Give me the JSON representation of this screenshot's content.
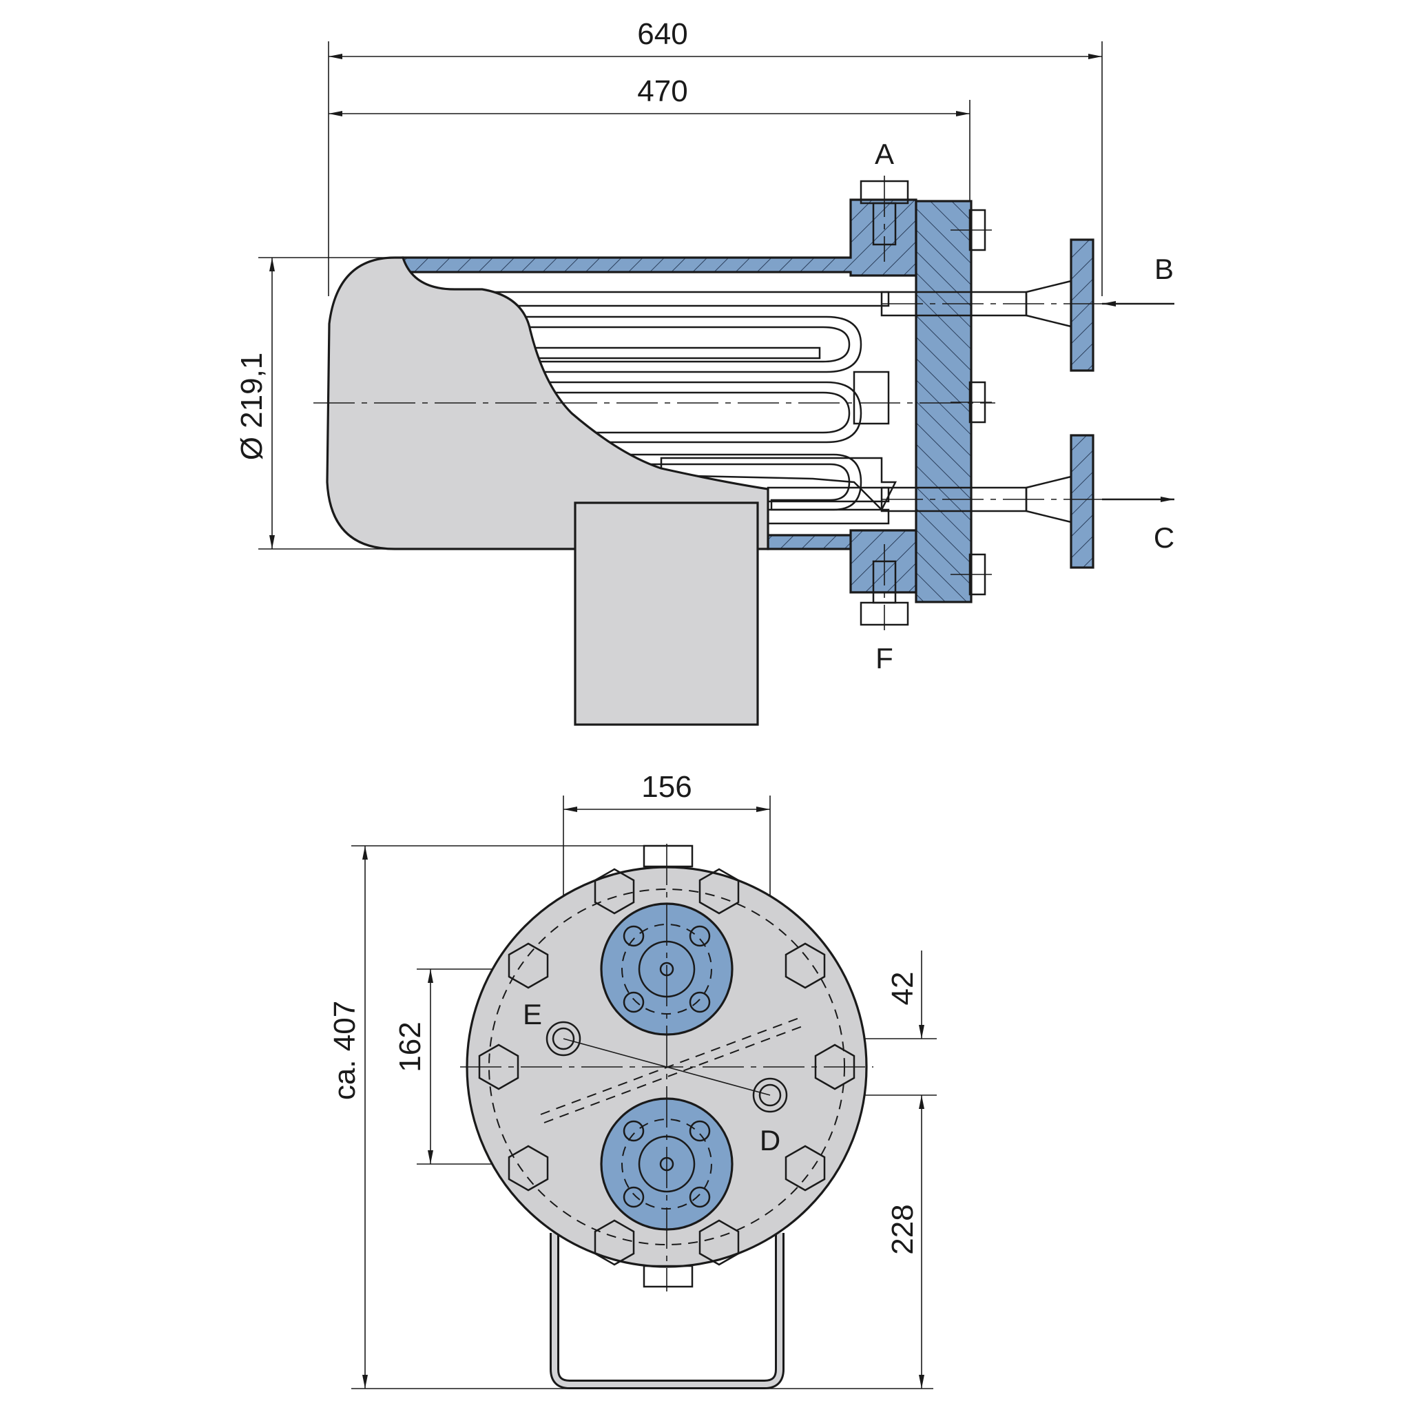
{
  "colors": {
    "section_fill": "#7fa2c9",
    "section_dark": "#4a6f99",
    "body_fill": "#d3d3d5",
    "flange_fill": "#d0d0d2",
    "line": "#1a1a1a"
  },
  "side_view": {
    "dimensions": {
      "overall_length": "640",
      "flange_length": "470",
      "diameter": "Ø 219,1"
    },
    "labels": {
      "a": "A",
      "b": "B",
      "c": "C",
      "f": "F"
    }
  },
  "front_view": {
    "dimensions": {
      "port_spacing_horizontal": "156",
      "overall_height": "ca. 407",
      "port_spacing_vertical": "162",
      "offset": "42",
      "center_height": "228"
    },
    "labels": {
      "e": "E",
      "d": "D"
    }
  }
}
